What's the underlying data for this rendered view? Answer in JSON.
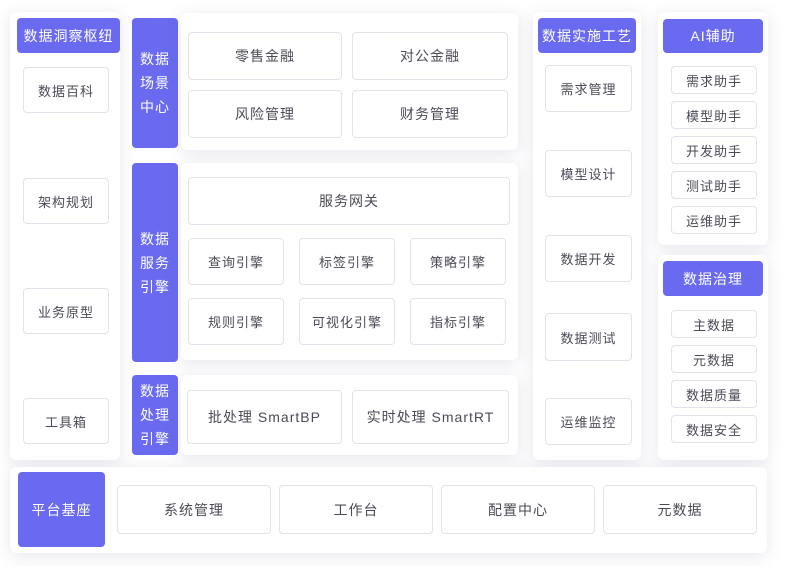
{
  "colors": {
    "accent": "#6a6af0",
    "box_border": "#e2e3ea",
    "box_text": "#4a4b55",
    "card_bg": "#ffffff"
  },
  "insight_hub": {
    "title": "数据洞察枢纽",
    "items": [
      "数据百科",
      "架构规划",
      "业务原型",
      "工具箱"
    ]
  },
  "scene_center": {
    "tab": "数据\n场景\n中心",
    "items": [
      "零售金融",
      "对公金融",
      "风险管理",
      "财务管理"
    ]
  },
  "service_engine": {
    "tab": "数据\n服务\n引擎",
    "gateway": "服务网关",
    "items": [
      "查询引擎",
      "标签引擎",
      "策略引擎",
      "规则引擎",
      "可视化引擎",
      "指标引擎"
    ]
  },
  "processing_engine": {
    "tab": "数据\n处理\n引擎",
    "items": [
      "批处理 SmartBP",
      "实时处理 SmartRT"
    ]
  },
  "implementation": {
    "title": "数据实施工艺",
    "items": [
      "需求管理",
      "模型设计",
      "数据开发",
      "数据测试",
      "运维监控"
    ]
  },
  "ai_assist": {
    "title": "AI辅助",
    "items": [
      "需求助手",
      "模型助手",
      "开发助手",
      "测试助手",
      "运维助手"
    ]
  },
  "governance": {
    "title": "数据治理",
    "items": [
      "主数据",
      "元数据",
      "数据质量",
      "数据安全"
    ]
  },
  "platform_base": {
    "title": "平台基座",
    "items": [
      "系统管理",
      "工作台",
      "配置中心",
      "元数据"
    ]
  }
}
